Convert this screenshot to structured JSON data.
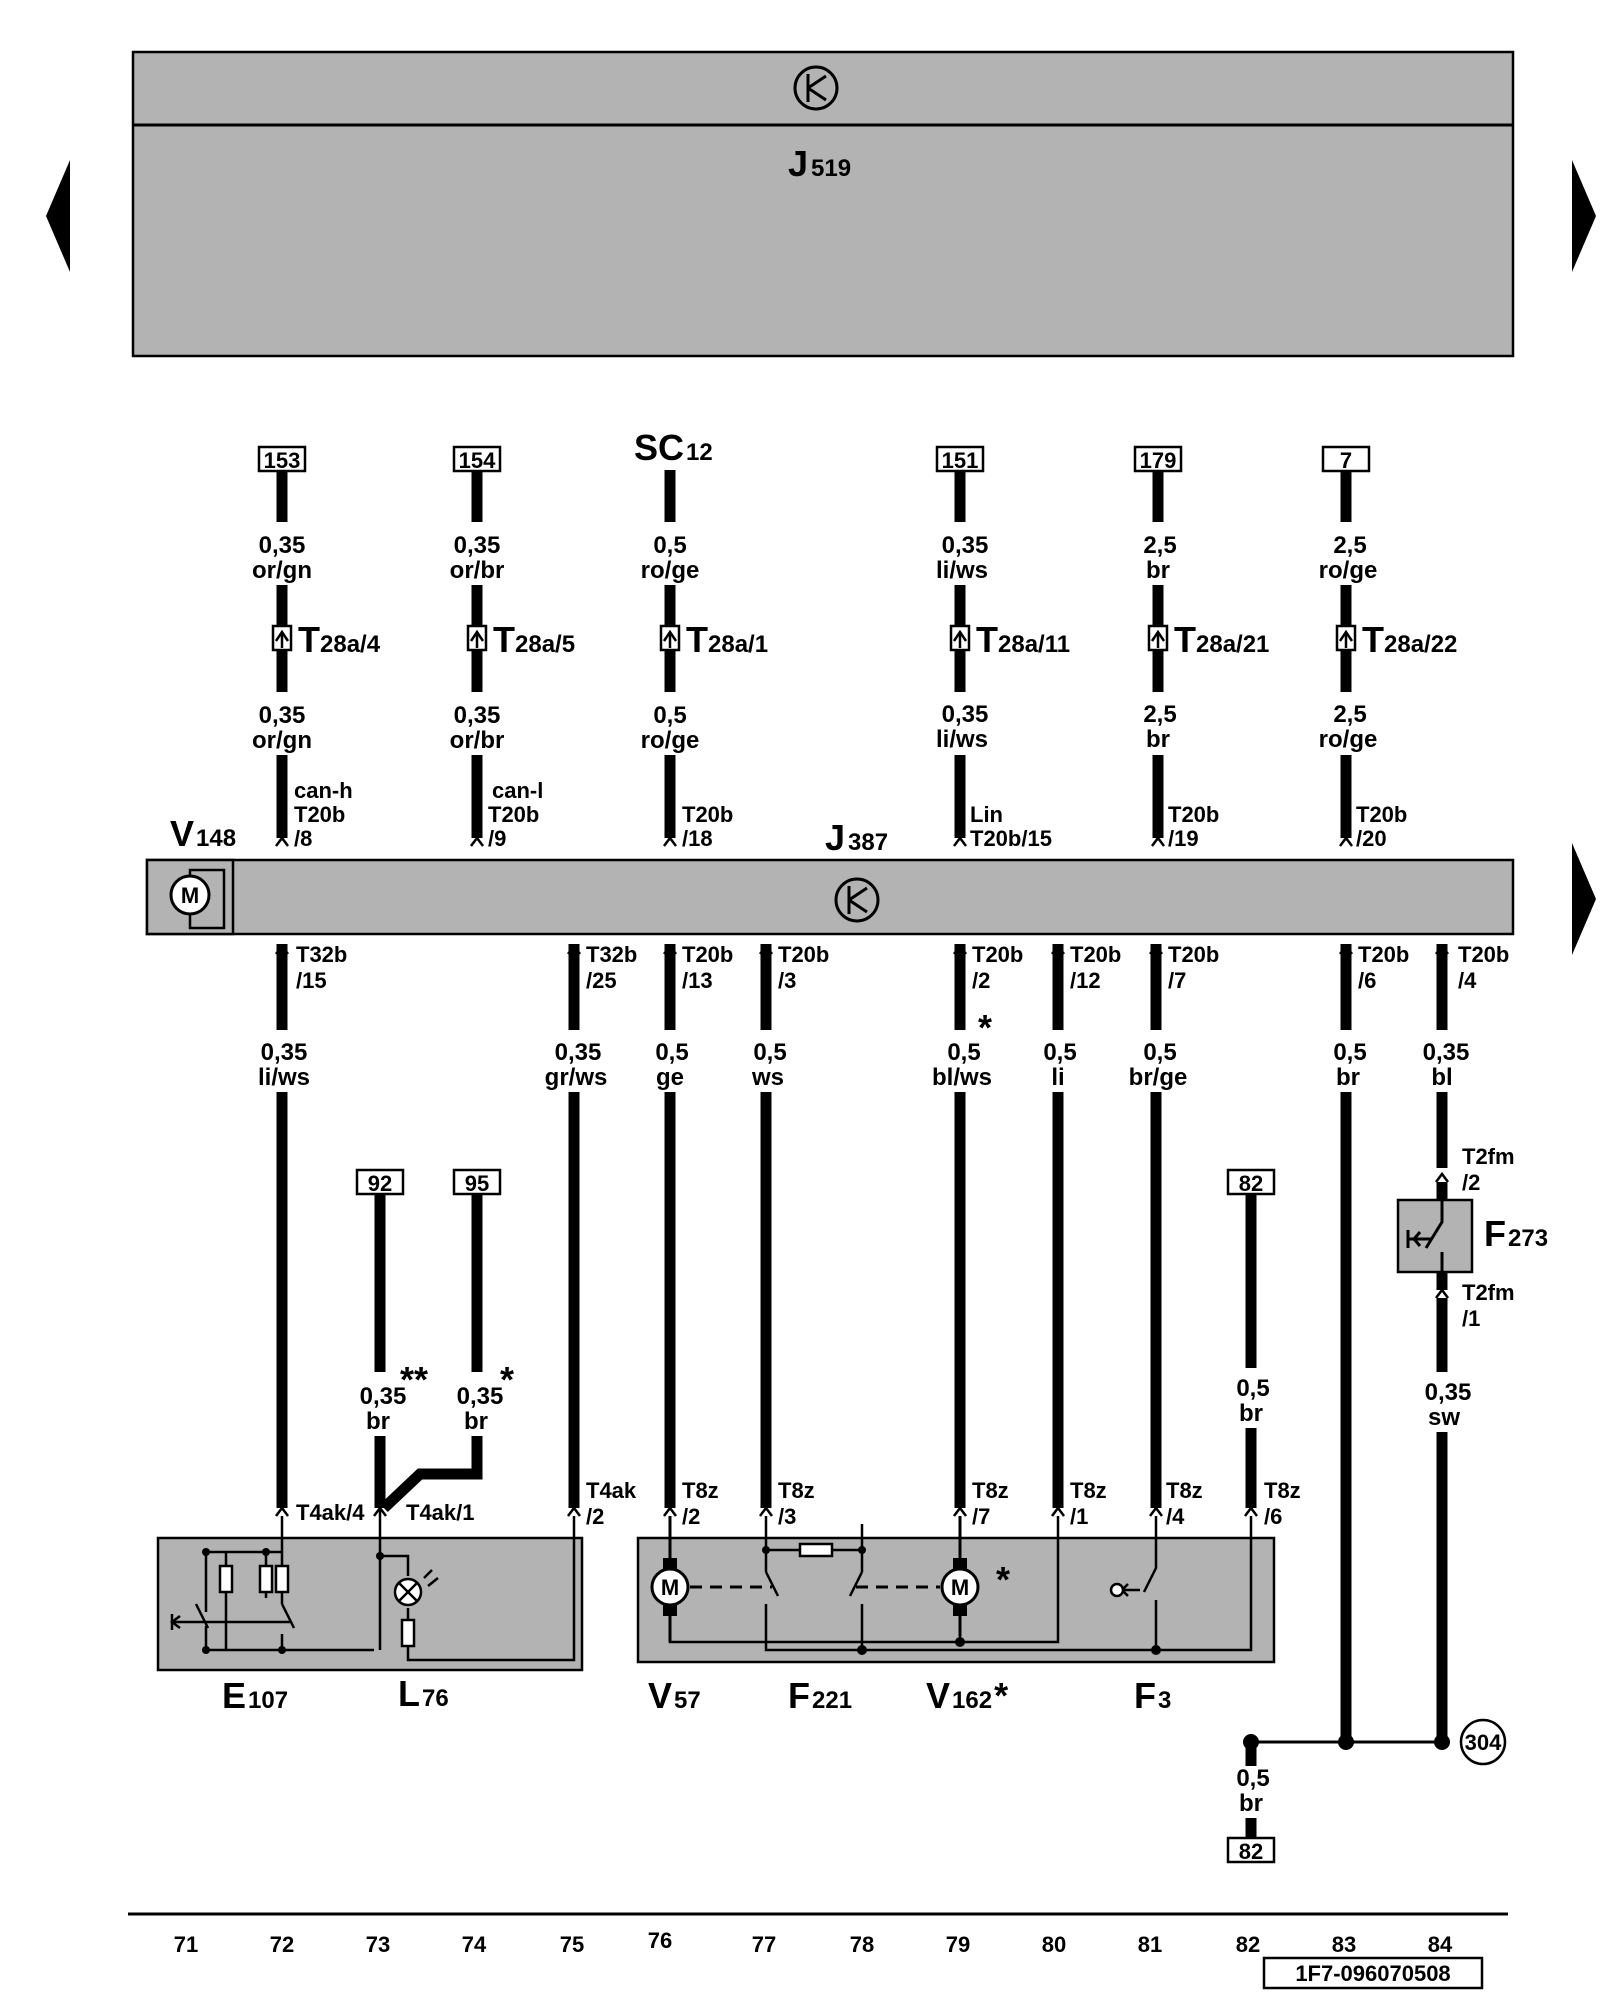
{
  "components": {
    "j519": {
      "name": "J",
      "sub": "519"
    },
    "j387": {
      "name": "J",
      "sub": "387"
    },
    "v148": {
      "name": "V",
      "sub": "148"
    },
    "e107": {
      "name": "E",
      "sub": "107"
    },
    "l76": {
      "name": "L",
      "sub": "76"
    },
    "v57": {
      "name": "V",
      "sub": "57"
    },
    "f221": {
      "name": "F",
      "sub": "221"
    },
    "v162": {
      "name": "V",
      "sub": "162",
      "mark": "*"
    },
    "f3": {
      "name": "F",
      "sub": "3"
    },
    "f273": {
      "name": "F",
      "sub": "273"
    },
    "sc12": {
      "name": "SC",
      "sub": "12"
    }
  },
  "motor_letter": "M",
  "refs": {
    "r153": "153",
    "r154": "154",
    "r151": "151",
    "r179": "179",
    "r7": "7",
    "r92": "92",
    "r95": "95",
    "r82a": "82",
    "r82b": "82",
    "r304": "304"
  },
  "top_wires": [
    {
      "size1": "0,35",
      "color1": "or/gn",
      "conn": "T",
      "pin": "28a/4",
      "size2": "0,35",
      "color2": "or/gn",
      "term1": "can-h",
      "term2": "T20b",
      "term3": "/8"
    },
    {
      "size1": "0,35",
      "color1": "or/br",
      "conn": "T",
      "pin": "28a/5",
      "size2": "0,35",
      "color2": "or/br",
      "term1": "can-l",
      "term2": "T20b",
      "term3": "/9"
    },
    {
      "size1": "0,5",
      "color1": "ro/ge",
      "conn": "T",
      "pin": "28a/1",
      "size2": "0,5",
      "color2": "ro/ge",
      "term1": "T20b",
      "term2": "/18"
    },
    {
      "size1": "0,35",
      "color1": "li/ws",
      "conn": "T",
      "pin": "28a/11",
      "size2": "0,35",
      "color2": "li/ws",
      "term1": "Lin",
      "term2": "T20b/15"
    },
    {
      "size1": "2,5",
      "color1": "br",
      "conn": "T",
      "pin": "28a/21",
      "size2": "2,5",
      "color2": "br",
      "term1": "T20b",
      "term2": "/19"
    },
    {
      "size1": "2,5",
      "color1": "ro/ge",
      "conn": "T",
      "pin": "28a/22",
      "size2": "2,5",
      "color2": "ro/ge",
      "term1": "T20b",
      "term2": "/20"
    }
  ],
  "bottom_wires": [
    {
      "term1": "T32b",
      "term2": "/15",
      "size": "0,35",
      "color": "li/ws"
    },
    {
      "term1": "T32b",
      "term2": "/25",
      "size": "0,35",
      "color": "gr/ws"
    },
    {
      "term1": "T20b",
      "term2": "/13",
      "size": "0,5",
      "color": "ge"
    },
    {
      "term1": "T20b",
      "term2": "/3",
      "size": "0,5",
      "color": "ws"
    },
    {
      "term1": "T20b",
      "term2": "/2",
      "size": "0,5",
      "color": "bl/ws",
      "mark": "*"
    },
    {
      "term1": "T20b",
      "term2": "/12",
      "size": "0,5",
      "color": "li"
    },
    {
      "term1": "T20b",
      "term2": "/7",
      "size": "0,5",
      "color": "br/ge"
    },
    {
      "term1": "T20b",
      "term2": "/6",
      "size": "0,5",
      "color": "br"
    },
    {
      "term1": "T20b",
      "term2": "/4",
      "size": "0,35",
      "color": "bl"
    }
  ],
  "lower": {
    "w92": {
      "size": "0,35",
      "color": "br",
      "mark": "**"
    },
    "w95": {
      "size": "0,35",
      "color": "br",
      "mark": "*"
    },
    "w82": {
      "size": "0,5",
      "color": "br"
    },
    "f273_top": {
      "a": "T2fm",
      "b": "/2"
    },
    "f273_bot": {
      "a": "T2fm",
      "b": "/1"
    },
    "w_sw": {
      "size": "0,35",
      "color": "sw"
    },
    "ground": {
      "size": "0,5",
      "color": "br"
    },
    "t4ak4": "T4ak/4",
    "t4ak1": "T4ak/1",
    "t4ak2": {
      "a": "T4ak",
      "b": "/2"
    },
    "t8z": [
      {
        "a": "T8z",
        "b": "/2"
      },
      {
        "a": "T8z",
        "b": "/3"
      },
      {
        "a": "T8z",
        "b": "/7"
      },
      {
        "a": "T8z",
        "b": "/1"
      },
      {
        "a": "T8z",
        "b": "/4"
      },
      {
        "a": "T8z",
        "b": "/6"
      }
    ],
    "star_v162": "*"
  },
  "grid_numbers": [
    "71",
    "72",
    "73",
    "74",
    "75",
    "76",
    "77",
    "78",
    "79",
    "80",
    "81",
    "82",
    "83",
    "84"
  ],
  "doc_id": "1F7-096070508"
}
